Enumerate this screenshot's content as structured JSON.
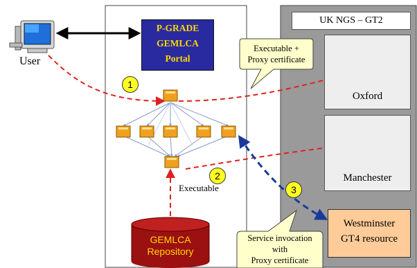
{
  "user": {
    "label": "User"
  },
  "portal": {
    "line1": "P-GRADE",
    "line2": "GEMLCA",
    "line3": "Portal"
  },
  "grid": {
    "title": "UK NGS – GT2"
  },
  "sites": {
    "oxford": "Oxford",
    "manchester": "Manchester",
    "westminster_line1": "Westminster",
    "westminster_line2": "GT4 resource"
  },
  "callouts": {
    "exec_proxy_line1": "Executable +",
    "exec_proxy_line2": "Proxy certificate",
    "service_line1": "Service invocation",
    "service_line2": "with",
    "service_line3": "Proxy certificate"
  },
  "steps": {
    "one": "1",
    "two": "2",
    "three": "3"
  },
  "labels": {
    "executable": "Executable"
  },
  "repository": {
    "line1": "GEMLCA",
    "line2": "Repository"
  },
  "colors": {
    "portal_fill": "#2a2aa0",
    "portal_text": "#ffd700",
    "grid_panel": "#9a9a9a",
    "site_box": "#eeeeee",
    "westminster_fill": "#ffcc99",
    "repository_fill": "#9b1010",
    "red_arrow": "#e02020",
    "blue_arrow": "#1a3a9a",
    "badge_fill": "#ffff22",
    "callout_fill": "#ffffcc"
  },
  "icons": [
    "user-computer-icon",
    "workflow-graph-icon",
    "computer-cluster-icon"
  ]
}
